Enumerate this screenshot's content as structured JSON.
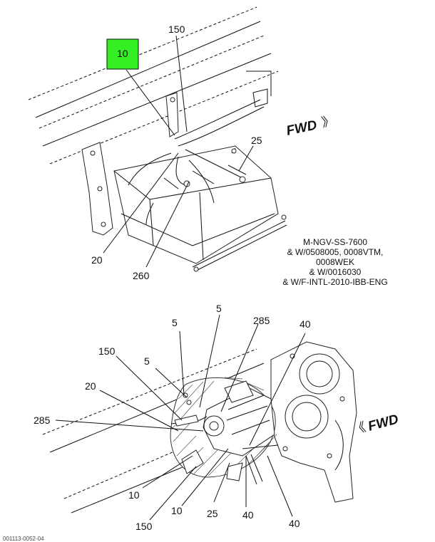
{
  "diagram": {
    "top_view": {
      "callouts": {
        "c10_highlight": "10",
        "c150": "150",
        "c25": "25",
        "c20": "20",
        "c260": "260"
      },
      "direction": "FWD",
      "note_lines": [
        "M-NGV-SS-7600",
        "& W/0508005, 0008VTM,",
        "0008WEK",
        "& W/0016030",
        "& W/F-INTL-2010-IBB-ENG"
      ]
    },
    "bottom_view": {
      "callouts": {
        "c5a": "5",
        "c5b": "5",
        "c5c": "5",
        "c285a": "285",
        "c285b": "285",
        "c40a": "40",
        "c40b": "40",
        "c40c": "40",
        "c150a": "150",
        "c150b": "150",
        "c20": "20",
        "c10a": "10",
        "c10b": "10",
        "c25": "25"
      },
      "direction": "FWD"
    },
    "highlight_color": "#33ee22",
    "footer_text": "001113-0052-04"
  }
}
